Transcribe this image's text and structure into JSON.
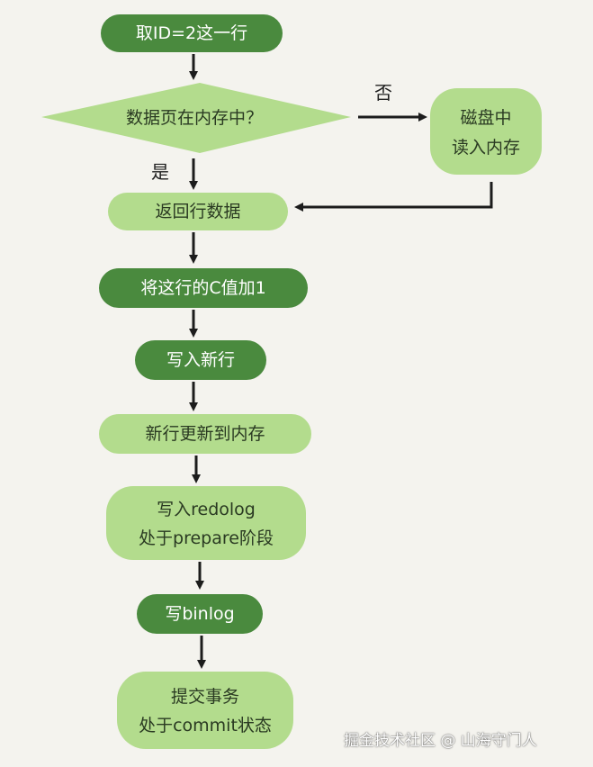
{
  "nodes": {
    "fetch_row": "取ID=2这一行",
    "in_memory_question": "数据页在内存中？",
    "read_from_disk": [
      "磁盘中",
      "读入内存"
    ],
    "return_row": "返回行数据",
    "add_one": "将这行的C值加1",
    "write_new_row": "写入新行",
    "update_memory": "新行更新到内存",
    "write_redolog_prepare": [
      "写入redolog",
      "处于prepare阶段"
    ],
    "write_binlog": "写binlog",
    "commit": [
      "提交事务",
      "处于commit状态"
    ]
  },
  "edge_labels": {
    "no": "否",
    "yes": "是"
  },
  "watermark": "掘金技术社区 @ 山海守门人",
  "colors": {
    "dark_green": "#4a8a3e",
    "light_green": "#b3dc8d",
    "arrow": "#1c1c1c",
    "background": "#f4f3ee"
  }
}
